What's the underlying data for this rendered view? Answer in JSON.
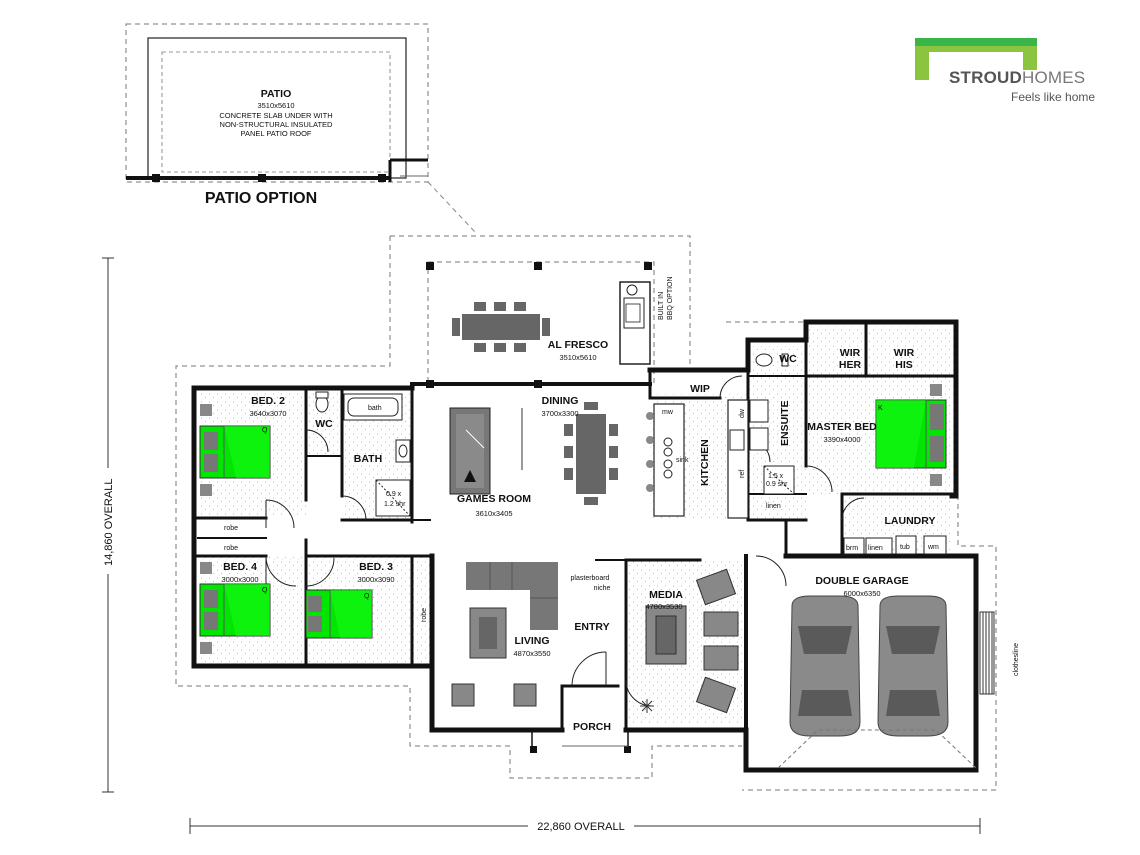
{
  "logo": {
    "brand_bold": "STROUD",
    "brand_light": "HOMES",
    "tagline": "Feels like home",
    "colors": {
      "green": "#8bc53f",
      "lime": "#39b54a",
      "gray": "#666666"
    }
  },
  "patio_option": {
    "heading": "PATIO OPTION",
    "room": "PATIO",
    "dims": "3510x5610",
    "note_1": "CONCRETE SLAB UNDER WITH",
    "note_2": "NON-STRUCTURAL INSULATED",
    "note_3": "PANEL PATIO ROOF"
  },
  "rooms": {
    "alfresco": {
      "name": "AL FRESCO",
      "dims": "3510x5610"
    },
    "bbq": {
      "line1": "BUILT IN",
      "line2": "BBQ OPTION"
    },
    "bed2": {
      "name": "BED. 2",
      "dims": "3640x3070"
    },
    "wc1": {
      "name": "WC"
    },
    "bath": {
      "name": "BATH",
      "tub": "bath",
      "shower_1": "0.9 x",
      "shower_2": "1.2 shr"
    },
    "dining": {
      "name": "DINING",
      "dims": "3700x3300"
    },
    "games": {
      "name": "GAMES ROOM",
      "dims": "3610x3405"
    },
    "wip": {
      "name": "WIP"
    },
    "kitchen": {
      "name": "KITCHEN",
      "mw": "mw",
      "sink": "sink",
      "dw": "dw",
      "ref": "ref"
    },
    "wc2": {
      "name": "WC"
    },
    "wir_her": {
      "line1": "WIR",
      "line2": "HER"
    },
    "wir_his": {
      "line1": "WIR",
      "line2": "HIS"
    },
    "ensuite": {
      "name": "ENSUITE",
      "shower_1": "1.5 x",
      "shower_2": "0.9 shr"
    },
    "master": {
      "name": "MASTER BED",
      "dims": "3390x4000",
      "bed_tag": "K"
    },
    "linen": {
      "name": "linen"
    },
    "laundry": {
      "name": "LAUNDRY",
      "brm": "brm",
      "linen": "linen",
      "tub": "tub",
      "wm": "wm"
    },
    "robe1": {
      "name": "robe"
    },
    "robe2": {
      "name": "robe"
    },
    "robe3": {
      "name": "robe"
    },
    "bed4": {
      "name": "BED. 4",
      "dims": "3000x3000",
      "bed_tag": "Q"
    },
    "bed3": {
      "name": "BED. 3",
      "dims": "3000x3090",
      "bed_tag": "Q"
    },
    "bed2_tag": {
      "name": "Q"
    },
    "living": {
      "name": "LIVING",
      "dims": "4870x3550"
    },
    "niche": {
      "line1": "plasterboard",
      "line2": "niche"
    },
    "entry": {
      "name": "ENTRY"
    },
    "media": {
      "name": "MEDIA",
      "dims": "4780x3530"
    },
    "garage": {
      "name": "DOUBLE GARAGE",
      "dims": "6000x6350"
    },
    "porch": {
      "name": "PORCH"
    },
    "clothesline": {
      "name": "clothesline"
    }
  },
  "overall": {
    "height": "14,860 OVERALL",
    "width": "22,860 OVERALL"
  }
}
